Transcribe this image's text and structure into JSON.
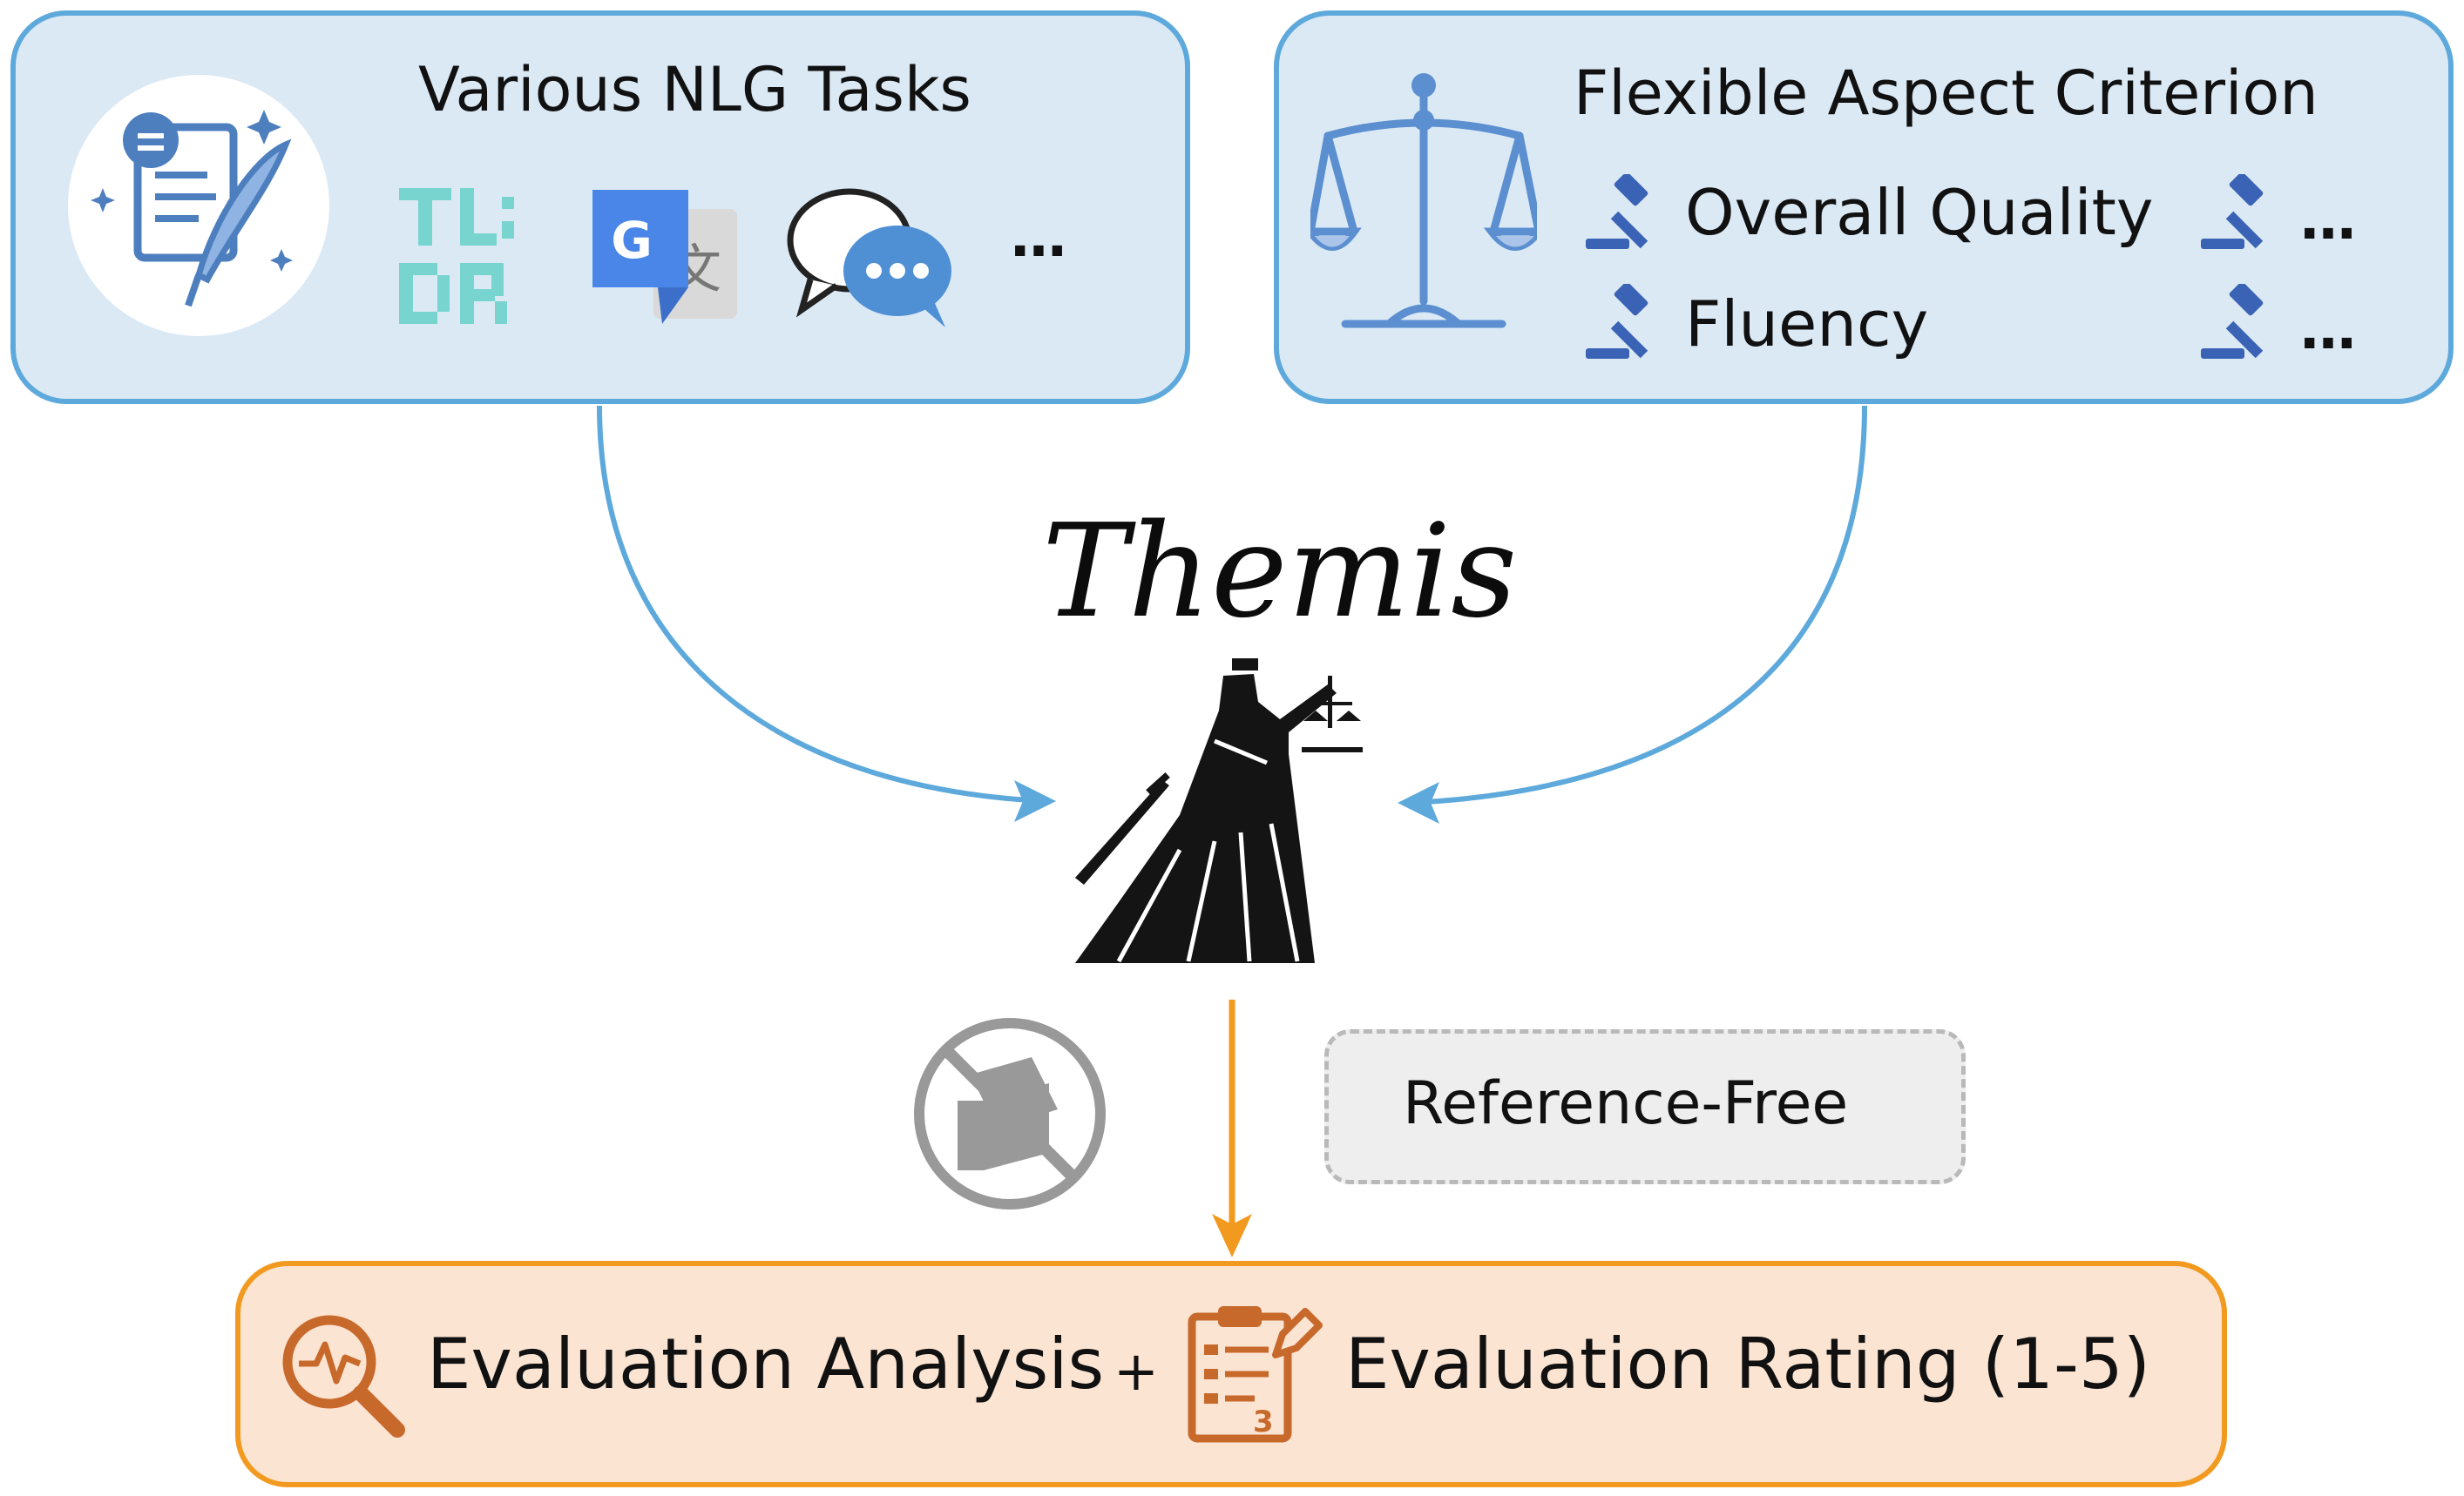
{
  "tasks": {
    "title": "Various NLG Tasks",
    "more": "…",
    "icons": [
      "writing-feather-icon",
      "tldr-icon",
      "google-translate-icon",
      "chat-bubbles-icon"
    ]
  },
  "criteria": {
    "title": "Flexible Aspect Criterion",
    "items": [
      "Overall Quality",
      "Fluency"
    ],
    "more_1": "…",
    "more_2": "…",
    "icons": [
      "balance-scale-icon",
      "gavel-icon"
    ]
  },
  "center": {
    "title": "Themis",
    "icon": "themis-justice-figure-icon"
  },
  "reference": {
    "label": "Reference-Free",
    "icon": "no-reference-book-icon"
  },
  "output": {
    "analysis": "Evaluation Analysis",
    "plus": "+",
    "rating": "Evaluation Rating (1-5)",
    "icons": [
      "magnifier-analysis-icon",
      "clipboard-rating-icon"
    ]
  },
  "colors": {
    "blue_fill": "#dbe9f5",
    "blue_border": "#5ea9dc",
    "orange_fill": "#fbe4d2",
    "orange_border": "#f29a20",
    "gavel": "#3a63b5",
    "scale": "#5b8fd0",
    "output_icon": "#c8692c"
  }
}
